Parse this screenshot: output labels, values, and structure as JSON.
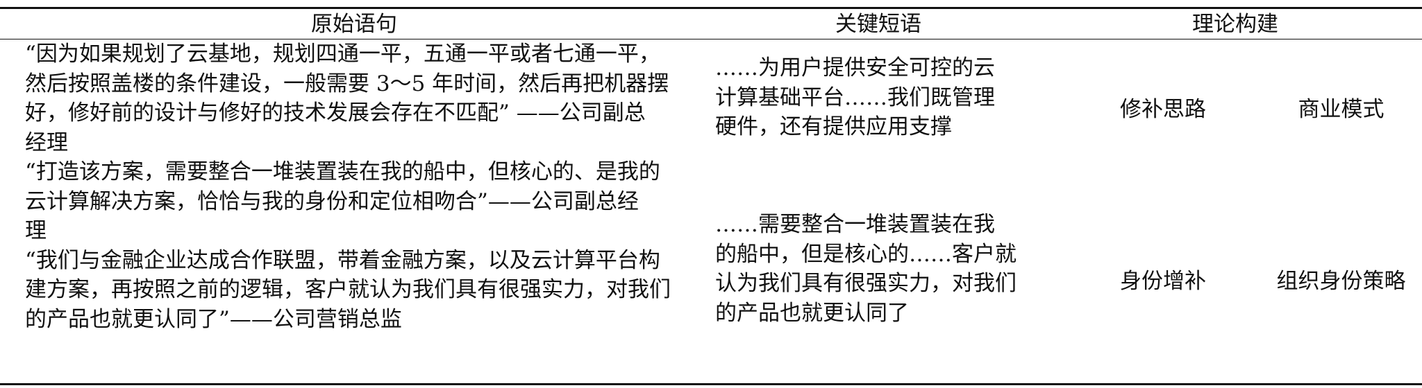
{
  "table": {
    "headers": [
      "原始语句",
      "关键短语",
      "理论构建"
    ],
    "row1": {
      "original_lines": [
        "“因为如果规划了云基地，规划四通一平，五通一平或者七通一平，",
        "然后按照盖楼的条件建设，一般需要 3～5 年时间，然后再把机器摆",
        "好，修好前的设计与修好的技术发展会存在不匹配” ——公司副总",
        "经理"
      ],
      "key_lines": [
        "……为用户提供安全可控的云",
        "计算基础平台……我们既管理",
        "硬件，还有提供应用支撑"
      ],
      "theory_1": "修补思路",
      "theory_2": "商业模式"
    },
    "row2": {
      "original_lines": [
        "“打造该方案，需要整合一堆装置装在我的船中，但核心的、是我的",
        "云计算解决方案，恰恰与我的身份和定位相吻合”——公司副总经",
        "理",
        "“我们与金融企业达成合作联盟，带着金融方案，以及云计算平台构",
        "建方案，再按照之前的逻辑，客户就认为我们具有很强实力，对我们",
        "的产品也就更认同了”——公司营销总监"
      ],
      "key_lines": [
        "……需要整合一堆装置装在我",
        "的船中，但是核心的……客户就",
        "认为我们具有很强实力，对我们",
        "的产品也就更认同了"
      ],
      "theory_1": "身份增补",
      "theory_2": "组织身份策略"
    }
  }
}
